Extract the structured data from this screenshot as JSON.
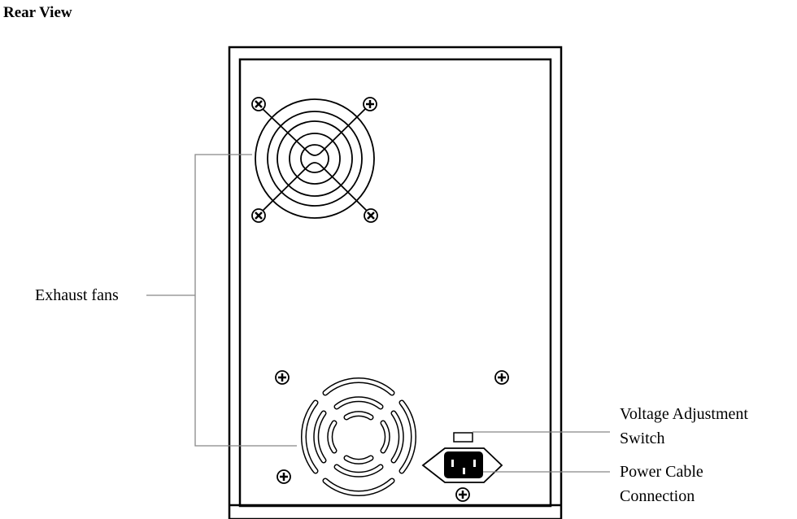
{
  "title": "Rear View",
  "labels": {
    "exhaust": "Exhaust fans",
    "voltage_1": "Voltage Adjustment",
    "voltage_2": "Switch",
    "power_1": "Power Cable",
    "power_2": "Connection"
  }
}
